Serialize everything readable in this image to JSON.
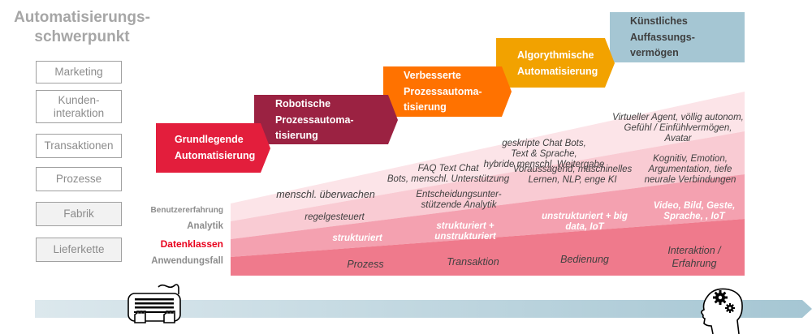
{
  "sidebar": {
    "title": "Automatisierungs-\nschwerpunkt",
    "focus_areas": [
      {
        "label": "Marketing"
      },
      {
        "label": "Kunden-\ninteraktion"
      },
      {
        "label": "Transaktionen"
      },
      {
        "label": "Prozesse"
      },
      {
        "label": "Fabrik"
      },
      {
        "label": "Lieferkette"
      }
    ]
  },
  "stages": [
    {
      "label": "Grundlegende\nAutomatisierung",
      "color": "#e31e3c"
    },
    {
      "label": "Robotische\nProzessautoma-\ntisierung",
      "color": "#9b2242"
    },
    {
      "label": "Verbesserte\nProzessautoma-\ntisierung",
      "color": "#ff7200"
    },
    {
      "label": "Algorythmische\nAutomatisierung",
      "color": "#f2a200"
    },
    {
      "label": "Künstliches\nAuffassungs-\nvermögen",
      "color": "#a5c6d3"
    }
  ],
  "rows": [
    {
      "label": "Benutzererfahrung",
      "color": "#fce4e8"
    },
    {
      "label": "Analytik",
      "color": "#f9cbd3"
    },
    {
      "label": "Datenklassen",
      "color": "#f4a1b0",
      "highlight": "#e8001c"
    },
    {
      "label": "Anwendungsfall",
      "color": "#ef7a8c"
    }
  ],
  "cells": {
    "benutzererfahrung": [
      "menschl. überwachen",
      "FAQ Text Chat\nBots, menschl. Unterstützung",
      "geskripte Chat Bots,\nText & Sprache,\nhybride menschl. Weitergabe",
      "Virtueller Agent, völlig autonom,\nGefühl / Einfühlvermögen,\nAvatar"
    ],
    "analytik": [
      "regelgesteuert",
      "Entscheidungsunter-\nstützende Analytik",
      "Voraussagend, maschinelles\nLernen, NLP, enge KI",
      "Kognitiv, Emotion,\nArgumentation, tiefe\nneurale Verbindungen"
    ],
    "datenklassen": [
      "strukturiert",
      "strukturiert +\nunstrukturiert",
      "unstrukturiert + big\ndata, IoT",
      "Video, Bild, Geste,\nSprache, , IoT"
    ],
    "anwendungsfall": [
      "Prozess",
      "Transaktion",
      "Bedienung",
      "Interaktion /\nErfahrung"
    ]
  },
  "timeline": {
    "start_icon": "keyboard-hands-icon",
    "end_icon": "head-gears-icon",
    "gradient_start": "#dce8ed",
    "gradient_end": "#a5c6d3"
  }
}
